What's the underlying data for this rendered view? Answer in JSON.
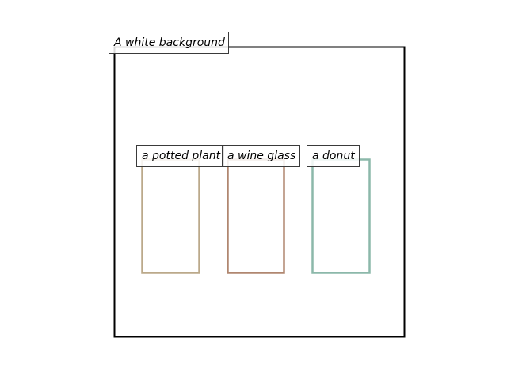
{
  "scene": {
    "background_label": "A white background",
    "frame_color": "#000000",
    "objects": [
      {
        "label": "a potted plant",
        "color": "#bba98a"
      },
      {
        "label": "a wine glass",
        "color": "#b08770"
      },
      {
        "label": "a donut",
        "color": "#8cb8aa"
      }
    ]
  }
}
